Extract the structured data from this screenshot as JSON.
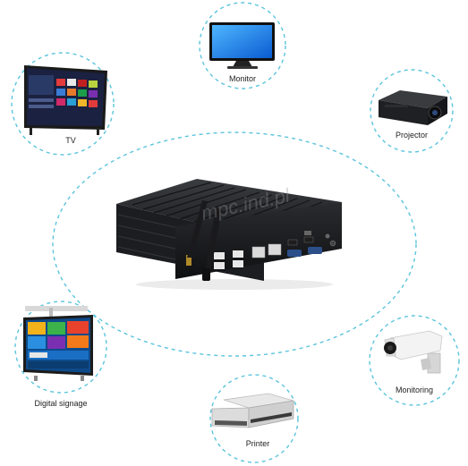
{
  "devices": {
    "monitor": {
      "label": "Monitor",
      "icon": "monitor-icon"
    },
    "tv": {
      "label": "TV",
      "icon": "tv-icon"
    },
    "projector": {
      "label": "Projector",
      "icon": "projector-icon"
    },
    "digital_signage": {
      "label": "Digital signage",
      "icon": "digital-signage-icon"
    },
    "monitoring": {
      "label": "Monitoring",
      "icon": "security-camera-icon"
    },
    "printer": {
      "label": "Printer",
      "icon": "printer-icon"
    }
  },
  "center": {
    "watermark": "mpc.ind.pl",
    "icon": "mini-pc-icon"
  },
  "colors": {
    "ring": "#5bc4dc",
    "case": "#202124",
    "case_dark": "#131416",
    "background": "#ffffff"
  }
}
